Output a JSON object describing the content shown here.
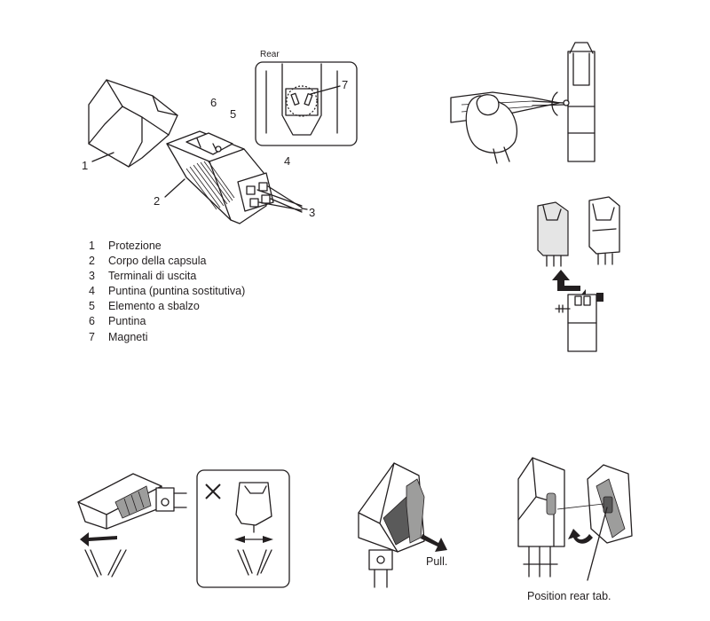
{
  "callouts": {
    "rear": "Rear",
    "n1": "1",
    "n2": "2",
    "n3": "3",
    "n4": "4",
    "n5": "5",
    "n6": "6",
    "n7": "7"
  },
  "legend": [
    {
      "num": "1",
      "text": "Protezione"
    },
    {
      "num": "2",
      "text": "Corpo della capsula"
    },
    {
      "num": "3",
      "text": "Terminali di uscita"
    },
    {
      "num": "4",
      "text": "Puntina (puntina sostitutiva)"
    },
    {
      "num": "5",
      "text": "Elemento a sbalzo"
    },
    {
      "num": "6",
      "text": "Puntina"
    },
    {
      "num": "7",
      "text": "Magneti"
    }
  ],
  "captions": {
    "pull": "Pull.",
    "position_rear_tab": "Position rear tab."
  },
  "colors": {
    "line": "#231f20",
    "fill_gray": "#9d9d9c",
    "fill_dark": "#5a5a5a"
  }
}
